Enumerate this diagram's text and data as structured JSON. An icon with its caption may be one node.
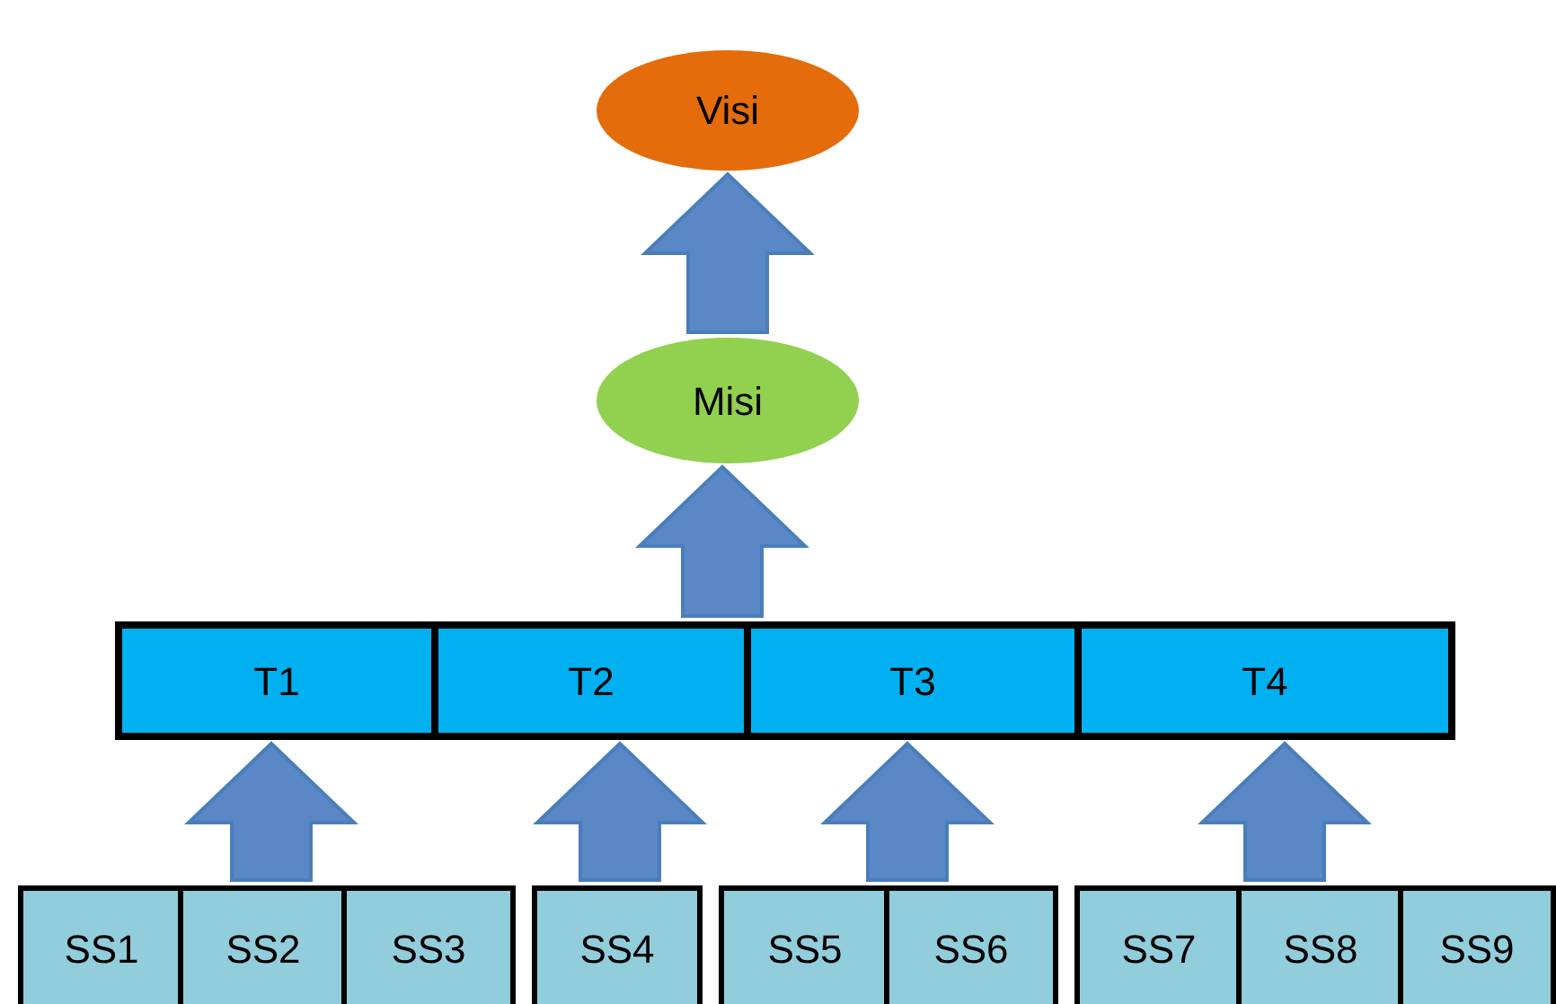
{
  "diagram": {
    "nodes": [
      {
        "text": [
          "Visi"
        ]
      },
      {
        "text": [
          "Misi"
        ]
      },
      {
        "text": [
          "T1"
        ]
      },
      {
        "text": [
          "T2"
        ]
      },
      {
        "text": [
          "T3"
        ]
      },
      {
        "text": [
          "T4"
        ]
      },
      {
        "text": [],
        "shape": "box"
      },
      {
        "text": [
          "SS1"
        ],
        "in": 6
      },
      {
        "text": [
          "SS2"
        ],
        "in": 6
      },
      {
        "text": [
          "SS3"
        ],
        "in": 6
      },
      {
        "text": [],
        "shape": "box"
      },
      {
        "text": [
          "SS4"
        ],
        "in": 10
      },
      {
        "text": [],
        "shape": "box"
      },
      {
        "text": [
          "SS5"
        ],
        "in": 12
      },
      {
        "text": [
          "SS6"
        ],
        "in": 12
      },
      {
        "text": [],
        "shape": "box"
      },
      {
        "text": [
          "SS7"
        ],
        "in": 15
      },
      {
        "text": [
          "SS8"
        ],
        "in": 15
      },
      {
        "text": [
          "SS9"
        ],
        "in": 15
      }
    ],
    "edges": [
      {
        "from": 1,
        "to": 0,
        "arrow": "to"
      },
      {
        "from": 3,
        "to": 1,
        "arrow": "to"
      },
      {
        "from": 4,
        "to": 1,
        "arrow": "to"
      },
      {
        "from": 6,
        "to": 2,
        "arrow": "to"
      },
      {
        "from": 10,
        "to": 3,
        "arrow": "to"
      },
      {
        "from": 12,
        "to": 4,
        "arrow": "to"
      },
      {
        "from": 15,
        "to": 5,
        "arrow": "to"
      }
    ]
  }
}
